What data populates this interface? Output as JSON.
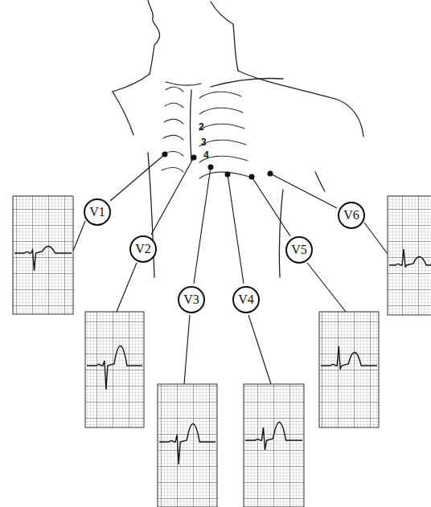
{
  "diagram": {
    "nodes": [
      {
        "text": [
          "V1"
        ]
      },
      {
        "text": [
          "V2"
        ]
      },
      {
        "text": [
          "V3"
        ]
      },
      {
        "text": [
          "V4"
        ]
      },
      {
        "text": [
          "V5"
        ]
      },
      {
        "text": [
          "V6"
        ]
      }
    ],
    "labels": [
      "2",
      "3",
      "4"
    ]
  }
}
